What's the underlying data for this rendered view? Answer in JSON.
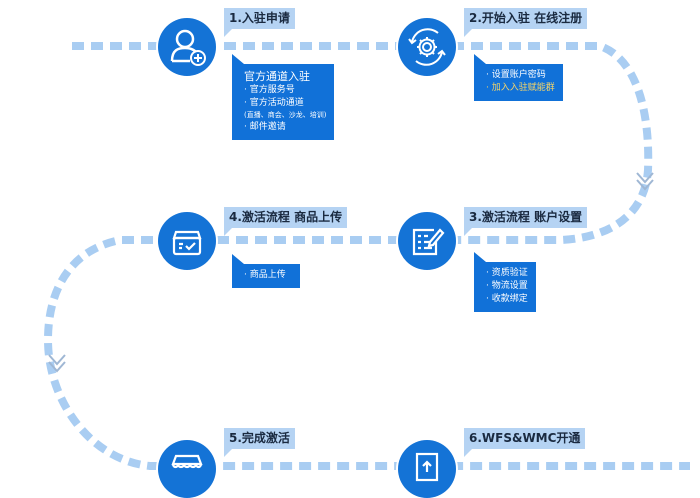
{
  "diagram": {
    "type": "process-flow",
    "colors": {
      "node_fill": "#1473d6",
      "info_box_fill": "#1171d8",
      "title_tag_fill": "#b5d3f3",
      "dash_line": "#a9cdf2",
      "highlight_text": "#f3d46a",
      "arrow_chevron": "#9fb7d4"
    },
    "steps": [
      {
        "id": 1,
        "title": "1.入驻申请",
        "icon": "user-add-icon",
        "details": {
          "heading": "官方通道入驻",
          "items": [
            "· 官方服务号",
            "· 官方活动通道"
          ],
          "note": "(直播、商会、沙龙、培训)",
          "extra": "· 邮件邀请"
        }
      },
      {
        "id": 2,
        "title": "2.开始入驻 在线注册",
        "icon": "gear-refresh-icon",
        "details": {
          "items": [
            "· 设置账户密码"
          ],
          "highlight": "· 加入入驻赋能群"
        }
      },
      {
        "id": 3,
        "title": "3.激活流程 账户设置",
        "icon": "document-edit-icon",
        "details": {
          "items": [
            "· 资质验证",
            "· 物流设置",
            "· 收款绑定"
          ]
        }
      },
      {
        "id": 4,
        "title": "4.激活流程 商品上传",
        "icon": "product-box-icon",
        "details": {
          "items": [
            "· 商品上传"
          ]
        }
      },
      {
        "id": 5,
        "title": "5.完成激活",
        "icon": "storefront-icon"
      },
      {
        "id": 6,
        "title": "6.WFS&WMC开通",
        "icon": "upload-box-icon"
      }
    ]
  }
}
